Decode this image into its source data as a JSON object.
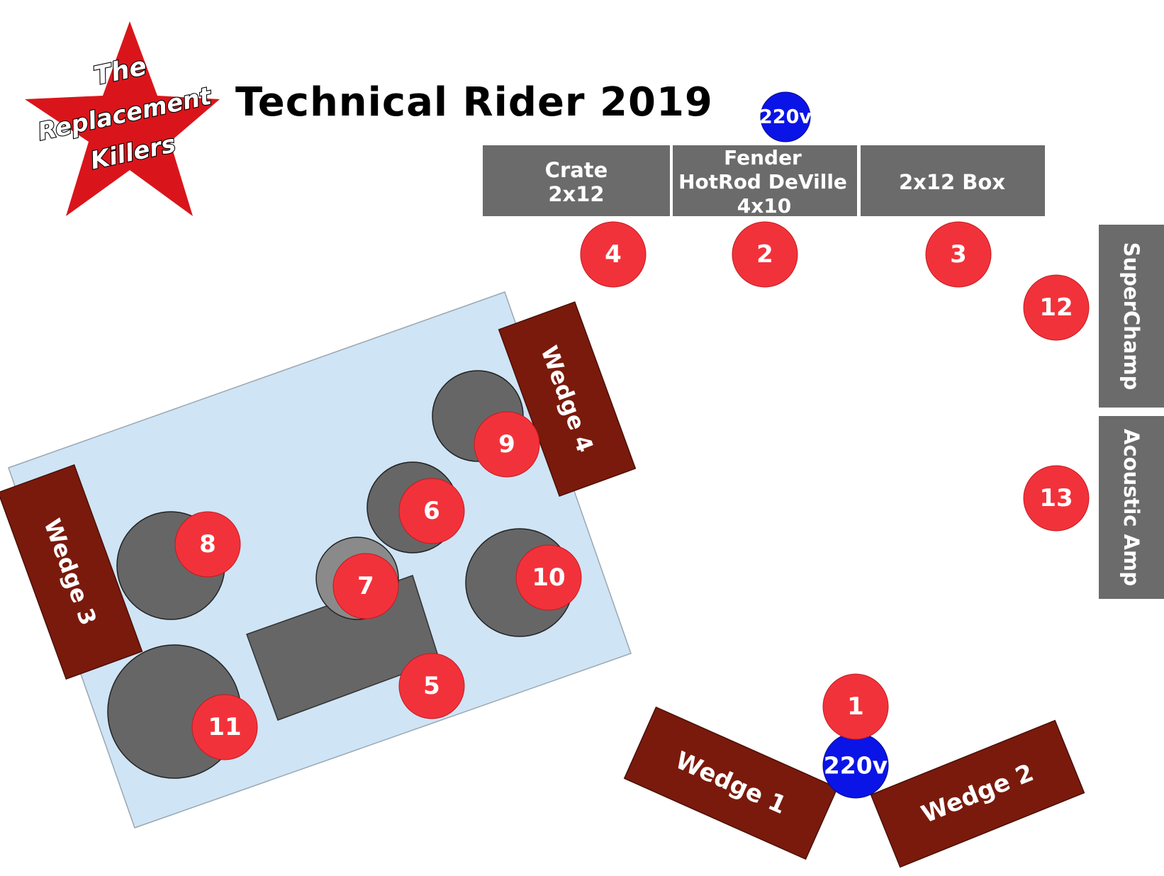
{
  "title": "Technical Rider 2019",
  "logo": {
    "line1": "The",
    "line2": "Replacement",
    "line3": "Killers",
    "star_color": "#d9151b"
  },
  "colors": {
    "amp_fill": "#6b6b6b",
    "wedge_fill": "#7a1a0c",
    "mic_fill": "#f2323a",
    "power_fill": "#0b14e6",
    "riser_fill": "#cfe4f5",
    "drum_fill": "#666666"
  },
  "power": {
    "top": "220v",
    "bottom": "220v"
  },
  "amps": {
    "crate": [
      "Crate",
      "2x12"
    ],
    "fender": [
      "Fender",
      "HotRod DeVille",
      "4x10"
    ],
    "box": [
      "2x12 Box"
    ],
    "superchamp": "SuperChamp",
    "acoustic": "Acoustic Amp"
  },
  "wedges": {
    "w1": "Wedge 1",
    "w2": "Wedge 2",
    "w3": "Wedge 3",
    "w4": "Wedge 4"
  },
  "mics": {
    "m1": "1",
    "m2": "2",
    "m3": "3",
    "m4": "4",
    "m5": "5",
    "m6": "6",
    "m7": "7",
    "m8": "8",
    "m9": "9",
    "m10": "10",
    "m11": "11",
    "m12": "12",
    "m13": "13"
  }
}
